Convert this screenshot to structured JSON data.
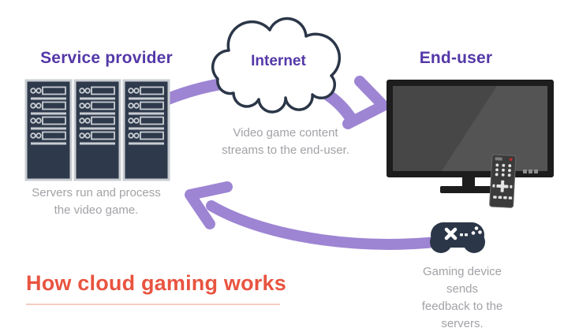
{
  "diagram": {
    "title": "How cloud gaming works",
    "nodes": {
      "service_provider": {
        "label": "Service provider",
        "caption": "Servers run and process\nthe video game."
      },
      "internet": {
        "label": "Internet"
      },
      "end_user": {
        "label": "End-user",
        "caption": "Video game content\nstreams to the end-user."
      },
      "gaming_device": {
        "caption": "Gaming device sends\nfeedback to the servers."
      }
    },
    "icons": {
      "server_rack": "server-rack-icon",
      "cloud": "cloud-icon",
      "tv": "tv-icon",
      "remote": "remote-control-icon",
      "gamepad": "gamepad-icon"
    },
    "colors": {
      "heading_purple": "#5438a8",
      "arrow_purple": "#9d85d3",
      "dark_navy": "#2b3648",
      "caption_gray": "#a2a2a7",
      "title_red": "#e85440",
      "title_underline": "#f7cbc2"
    }
  }
}
